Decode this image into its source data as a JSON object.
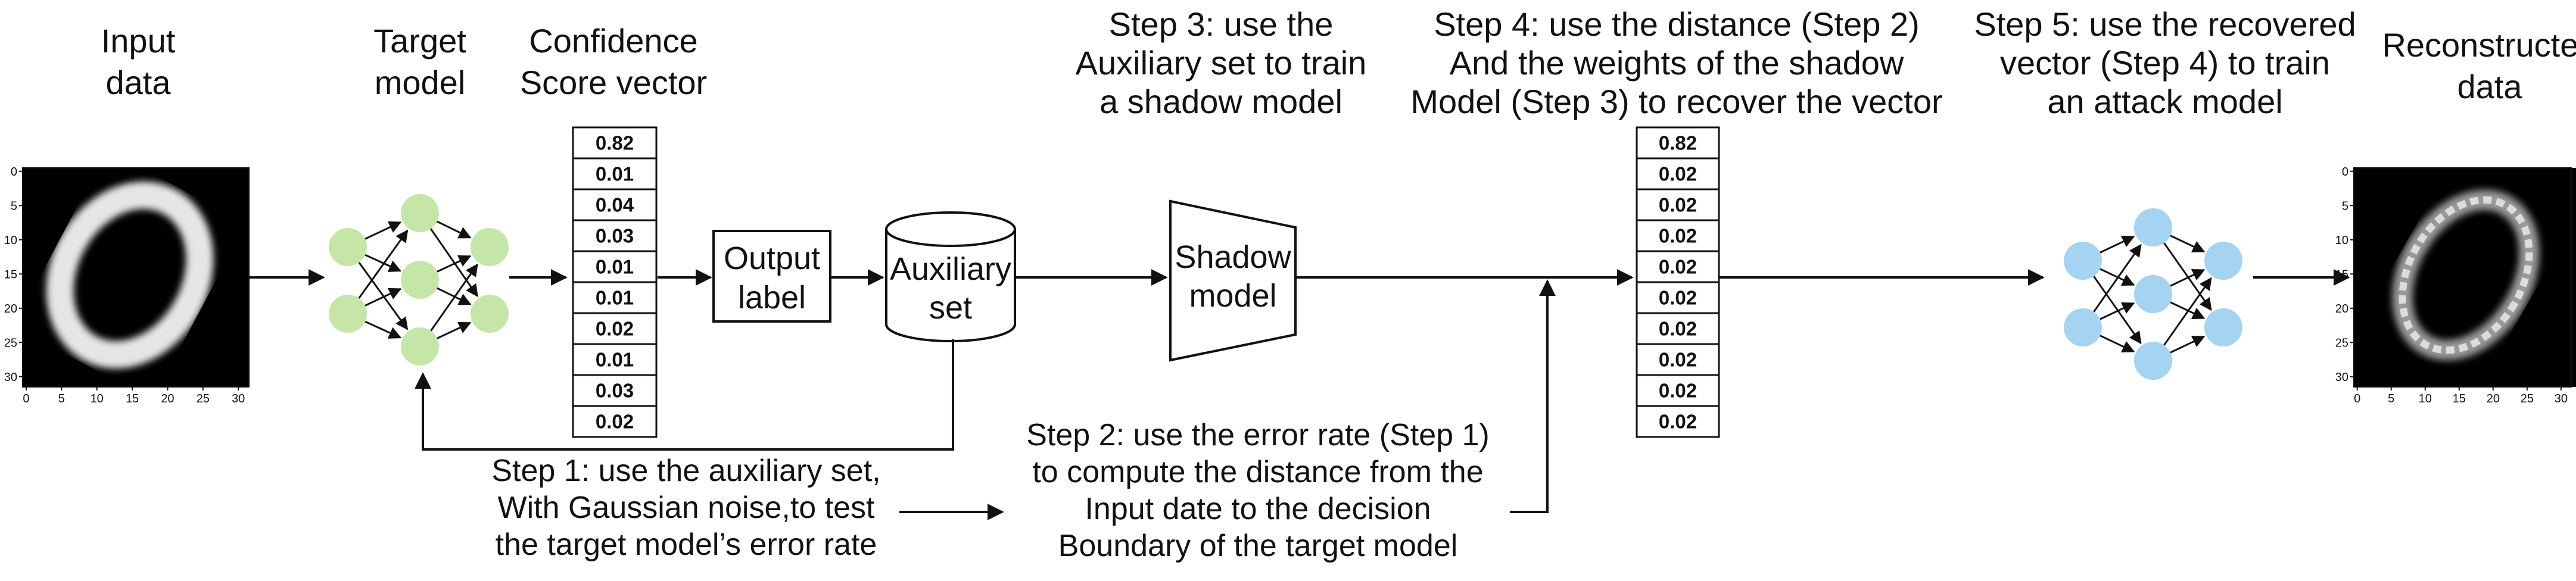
{
  "headers": {
    "input": [
      "Input",
      "data"
    ],
    "target": [
      "Target",
      "model"
    ],
    "confidence": [
      "Confidence",
      "Score vector"
    ],
    "step3": [
      "Step 3: use the",
      "Auxiliary set to train",
      "a shadow model"
    ],
    "step4": [
      "Step 4: use the distance (Step 2)",
      "And the weights of the shadow",
      "Model (Step 3) to recover the vector"
    ],
    "step5": [
      "Step 5: use the recovered",
      "vector (Step 4) to train",
      "an attack model"
    ],
    "reconstructed": [
      "Reconstructed",
      "data"
    ]
  },
  "boxes": {
    "output_label": [
      "Output",
      "label"
    ],
    "auxiliary": [
      "Auxiliary",
      "set"
    ],
    "shadow": [
      "Shadow",
      "model"
    ]
  },
  "bottom_steps": {
    "step1": [
      "Step 1: use the auxiliary set,",
      "With Gaussian noise,to test",
      "the target model’s error rate"
    ],
    "step2": [
      "Step 2: use the error rate (Step 1)",
      "to compute the distance from the",
      "Input date to the decision",
      "Boundary of the target model"
    ]
  },
  "confidence_vector": [
    "0.82",
    "0.01",
    "0.04",
    "0.03",
    "0.01",
    "0.01",
    "0.02",
    "0.01",
    "0.03",
    "0.02"
  ],
  "recovered_vector": [
    "0.82",
    "0.02",
    "0.02",
    "0.02",
    "0.02",
    "0.02",
    "0.02",
    "0.02",
    "0.02",
    "0.02"
  ],
  "image_axis": {
    "y_ticks": [
      "0",
      "5",
      "10",
      "15",
      "20",
      "25",
      "30"
    ],
    "x_ticks": [
      "0",
      "5",
      "10",
      "15",
      "20",
      "25",
      "30"
    ]
  },
  "colors": {
    "target_nodes": "#c6e6a8",
    "attack_nodes": "#a4d4f2",
    "shadow_fill": "#ffffff",
    "line": "#111111"
  }
}
